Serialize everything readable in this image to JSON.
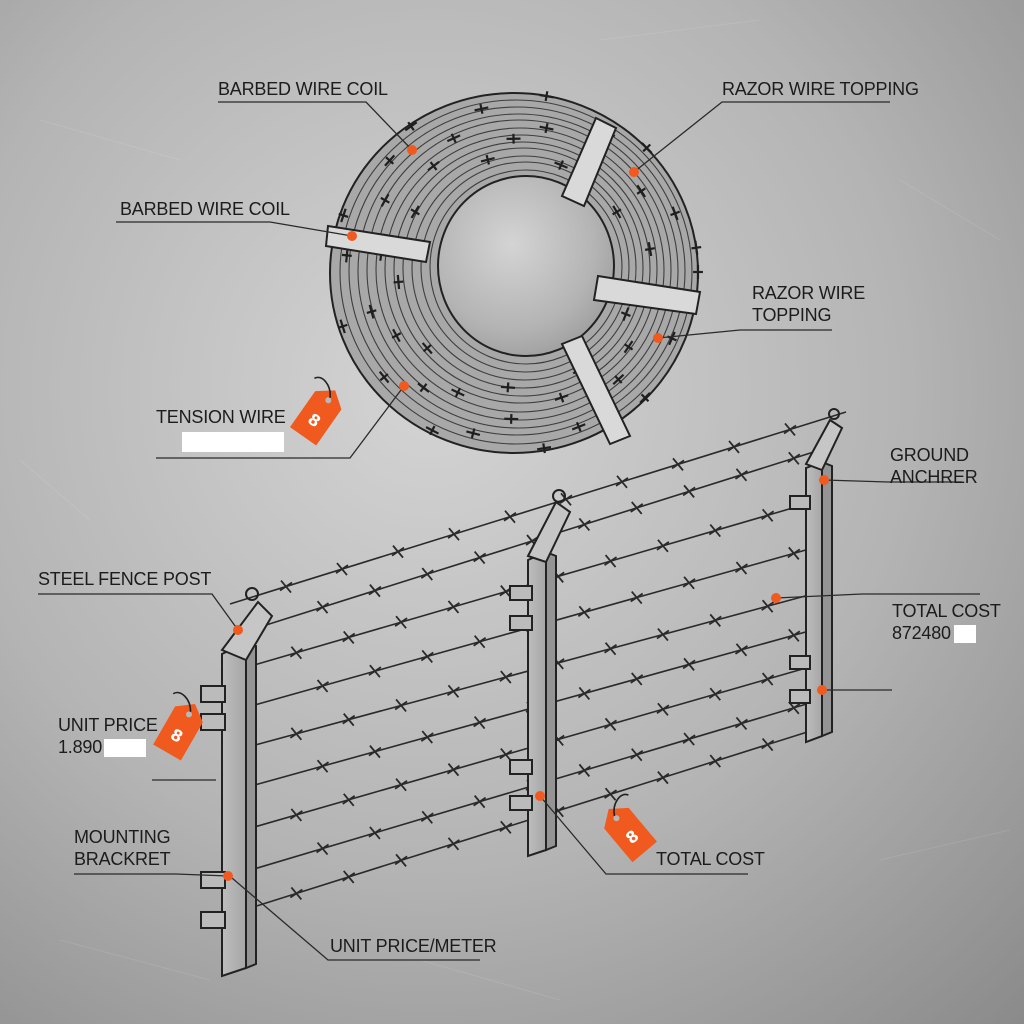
{
  "colors": {
    "accent": "#f05a1f",
    "line": "#2a2a2a",
    "metal_light": "#cfcfcf",
    "metal_dark": "#8d8d8d"
  },
  "callouts": {
    "barbed_wire_coil_top": "BARBED WIRE COIL",
    "razor_wire_topping_top": "RAZOR WIRE TOPPING",
    "barbed_wire_coil_left": "BARBED WIRE COIL",
    "razor_wire_topping_right_line1": "RAZOR WIRE",
    "razor_wire_topping_right_line2": "TOPPING",
    "tension_wire": "TENSION WIRE",
    "ground_anchor_line1": "GROUND",
    "ground_anchor_line2": "ANCHRER",
    "steel_fence_post": "STEEL FENCE POST",
    "total_cost_right": "TOTAL COST",
    "total_cost_right_value": "872480",
    "unit_price": "UNIT PRICE",
    "unit_price_value": "1.890",
    "mounting_bracket_line1": "MOUNTING",
    "mounting_bracket_line2": "BRACKRET",
    "total_cost_bottom": "TOTAL COST",
    "unit_price_meter": "UNIT PRICE/METER"
  },
  "tags": {
    "tag_1": "8",
    "tag_2": "8",
    "tag_3": "8"
  }
}
